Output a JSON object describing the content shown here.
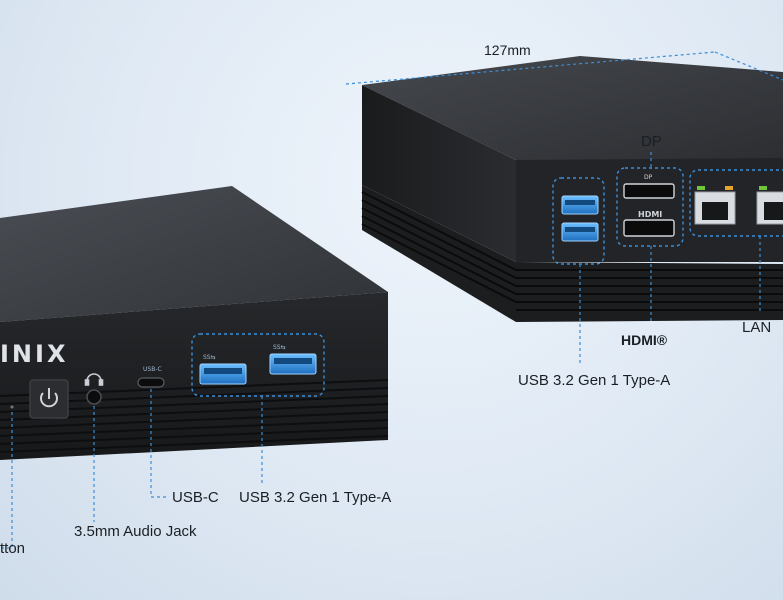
{
  "dimension_label": "127mm",
  "brand_partial": "INIX",
  "front_port_tags": {
    "usb_c": "USB-C",
    "usb_a_1": "SS⇆",
    "usb_a_2": "SS⇆"
  },
  "rear_port_tags": {
    "dp": "DP",
    "hdmi": "HDMI"
  },
  "labels": {
    "dp": "DP",
    "hdmi": "HDMI®",
    "lan": "LAN",
    "rear_usb": "USB 3.2 Gen 1 Type-A",
    "front_usb_c": "USB-C",
    "front_usb_a": "USB 3.2 Gen 1 Type-A",
    "audio": "3.5mm Audio Jack",
    "power": "tton"
  },
  "colors": {
    "case_top": "#3c3f44",
    "case_front": "#1f2124",
    "callout_blue": "#3b8fd8",
    "usb_blue": "#2f8ee0"
  }
}
